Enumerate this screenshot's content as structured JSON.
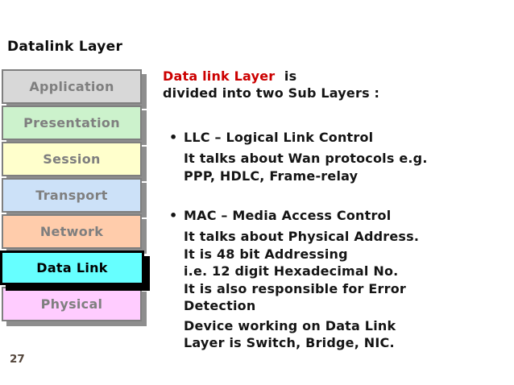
{
  "slide": {
    "title": "Datalink Layer",
    "page_number": "27"
  },
  "osi_stack": {
    "layers": [
      {
        "label": "Application",
        "bg": "#d8d8d8",
        "highlighted": false
      },
      {
        "label": "Presentation",
        "bg": "#ccf2cc",
        "highlighted": false
      },
      {
        "label": "Session",
        "bg": "#ffffcc",
        "highlighted": false
      },
      {
        "label": "Transport",
        "bg": "#cce1f8",
        "highlighted": false
      },
      {
        "label": "Network",
        "bg": "#ffccab",
        "highlighted": false
      },
      {
        "label": "Data Link",
        "bg": "#66ffff",
        "highlighted": true
      },
      {
        "label": "Physical",
        "bg": "#ffccff",
        "highlighted": false
      }
    ]
  },
  "content": {
    "heading_red": "Data link Layer",
    "heading_suffix": "  is",
    "heading_line2": "divided into two Sub Layers :",
    "bullet_char": "•",
    "bullets": [
      {
        "title": "LLC – Logical Link Control",
        "lines": [
          "It talks about Wan protocols e.g.",
          "PPP, HDLC, Frame-relay"
        ]
      },
      {
        "title": "MAC – Media Access Control",
        "lines": [
          "It talks about Physical Address.",
          "It is 48 bit Addressing",
          "i.e. 12 digit Hexadecimal No.",
          "It is also responsible for Error",
          "Detection"
        ],
        "lines2": [
          "Device working on Data Link",
          "Layer is Switch, Bridge, NIC."
        ]
      }
    ]
  },
  "colors": {
    "accent_red": "#cc0000",
    "highlight_cyan": "#66ffff",
    "box_border_gray": "#7f7f7f",
    "box_shadow_gray": "#8e8e8e",
    "layer_label_gray": "#7f7f7f",
    "page_number_brown": "#54463c"
  }
}
